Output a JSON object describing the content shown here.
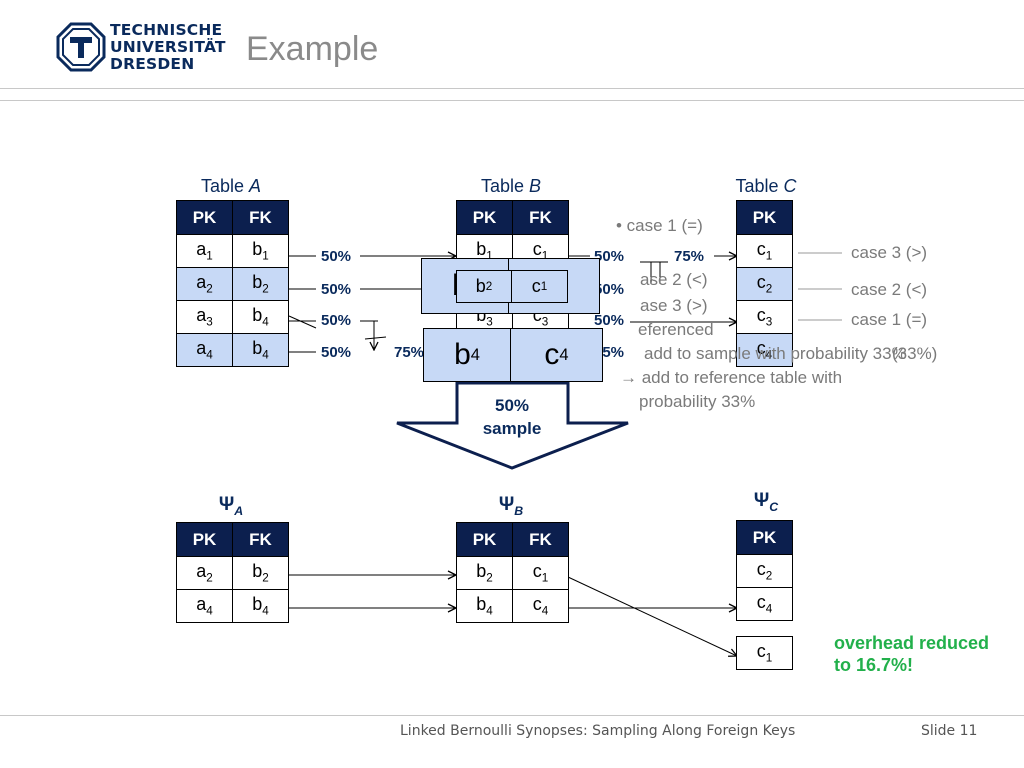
{
  "header": {
    "logo_text": "TECHNISCHE\nUNIVERSITÄT\nDRESDEN",
    "title": "Example"
  },
  "tables_top": {
    "a": {
      "title": "Table",
      "title_var": "A",
      "headers": [
        "PK",
        "FK"
      ],
      "rows": [
        [
          "a",
          "1",
          "b",
          "1"
        ],
        [
          "a",
          "2",
          "b",
          "2"
        ],
        [
          "a",
          "3",
          "b",
          "4"
        ],
        [
          "a",
          "4",
          "b",
          "4"
        ]
      ]
    },
    "b": {
      "title": "Table",
      "title_var": "B",
      "headers": [
        "PK",
        "FK"
      ]
    },
    "c": {
      "title": "Table",
      "title_var": "C",
      "headers": [
        "PK"
      ],
      "rows": [
        [
          "c",
          "1"
        ],
        [
          "c",
          "2"
        ],
        [
          "c",
          "3"
        ],
        [
          "c",
          "4"
        ]
      ]
    }
  },
  "percents": {
    "a_rows": [
      "50%",
      "50%",
      "50%",
      "50%"
    ],
    "a_extra": "75%",
    "b_rows": [
      "50%",
      "50%",
      "50%",
      "75%"
    ],
    "b_extra": "75%"
  },
  "overlay": {
    "case_list": [
      "• case 1  (=)",
      "ase 2 (<)",
      "ase 3 (>)",
      "eferenced"
    ],
    "right_cases": [
      "case 3 (>)",
      "case 2 (<)",
      "case 1 (=)"
    ],
    "add_line1": "add to sample with probability 33%",
    "add_line2": "→ add to reference table with",
    "add_line3": "probability  33%",
    "overlap_text": "(33%)"
  },
  "big_cells": {
    "b1": "b",
    "b4": "b",
    "c4": "c",
    "b2": "b",
    "c1": "c",
    "b3": "b",
    "c3": "c"
  },
  "arrow": {
    "line1": "50%",
    "line2": "sample"
  },
  "tables_bottom": {
    "a": {
      "title": "Ψ",
      "sub": "A",
      "headers": [
        "PK",
        "FK"
      ],
      "rows": [
        [
          "a",
          "2",
          "b",
          "2"
        ],
        [
          "a",
          "4",
          "b",
          "4"
        ]
      ]
    },
    "b": {
      "title": "Ψ",
      "sub": "B",
      "headers": [
        "PK",
        "FK"
      ],
      "rows": [
        [
          "b",
          "2",
          "c",
          "1"
        ],
        [
          "b",
          "4",
          "c",
          "4"
        ]
      ]
    },
    "c": {
      "title": "Ψ",
      "sub": "C",
      "headers": [
        "PK"
      ],
      "rows": [
        [
          "c",
          "2"
        ],
        [
          "c",
          "4"
        ]
      ],
      "extra": [
        "c",
        "1"
      ]
    }
  },
  "note": {
    "line1": "overhead reduced",
    "line2": "to 16.7%!"
  },
  "footer": {
    "caption": "Linked Bernoulli Synopses: Sampling Along Foreign Keys",
    "slide": "Slide 11"
  },
  "colors": {
    "navy": "#0c1f4e",
    "highlight": "#c7d9f6",
    "green": "#22b04b",
    "gray_title": "#8a8a8a"
  }
}
